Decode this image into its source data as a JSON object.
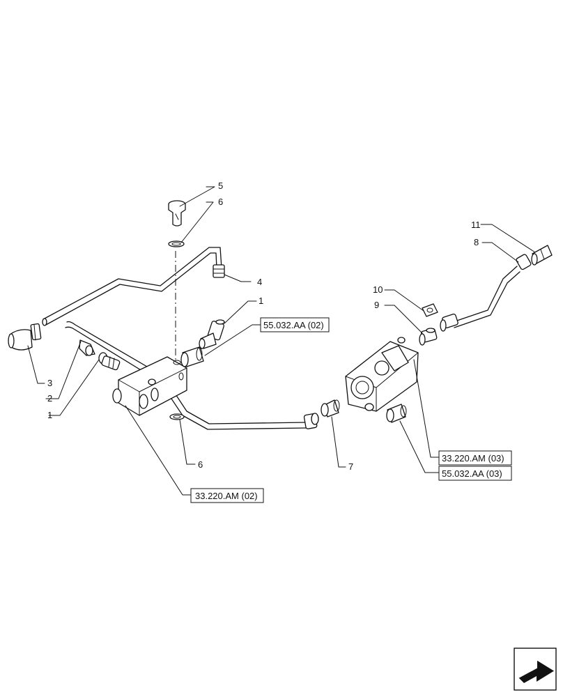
{
  "callouts": {
    "c5": "5",
    "c6_top": "6",
    "c4": "4",
    "c1_top": "1",
    "c3": "3",
    "c2": "2",
    "c1_left": "1",
    "c6_bottom": "6",
    "c7": "7",
    "c10": "10",
    "c9": "9",
    "c11": "11",
    "c8": "8"
  },
  "references": {
    "ref_55032_02": "55.032.AA (02)",
    "ref_33220_02": "33.220.AM (02)",
    "ref_33220_03": "33.220.AM (03)",
    "ref_55032_03": "55.032.AA (03)"
  },
  "icons": {
    "navigation": "next-page-arrow-icon"
  }
}
